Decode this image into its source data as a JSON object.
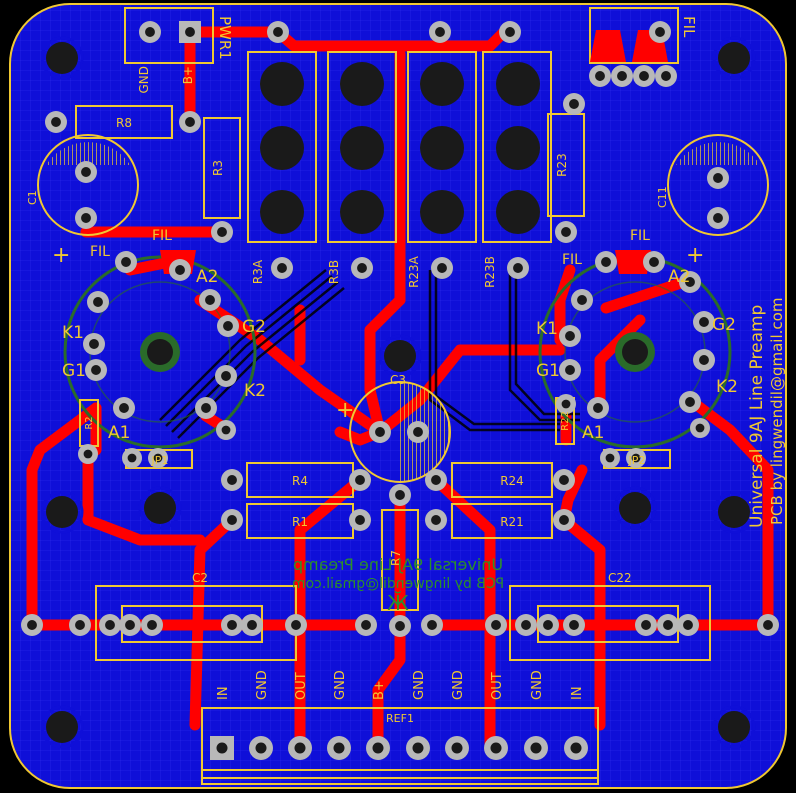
{
  "colors": {
    "board": "#0f0fd8",
    "trace": "#ff0000",
    "silk": "#f0c832",
    "ring": "#b8b8b8",
    "hole": "#1a1a1a",
    "tube": "#2a6b2a",
    "mirror": "#2b8f2b",
    "grid": "#4a4aff"
  },
  "power": {
    "name": "PWR1",
    "gnd": "GND",
    "bplus": "B+"
  },
  "filament_header": "FIL",
  "resistors": {
    "r8": "R8",
    "r3": "R3",
    "r23": "R23",
    "r4": "R4",
    "r1": "R1",
    "r24": "R24",
    "r21": "R21",
    "r7": "R7",
    "r2": "R2",
    "r22": "R22"
  },
  "capacitors": {
    "c1": "C1",
    "c11": "C11",
    "c3": "C3",
    "c2": "C2",
    "c22": "C22"
  },
  "pots": {
    "r3a": "R3A",
    "r3b": "R3B",
    "r23a": "R23A",
    "r23b": "R23B"
  },
  "tube_left": {
    "fil": "FIL",
    "a2": "A2",
    "k1": "K1",
    "g2": "G2",
    "g1": "G1",
    "k2": "K2",
    "a1": "A1"
  },
  "tube_right": {
    "fil": "FIL",
    "a2": "A2",
    "k1": "K1",
    "g2": "G2",
    "g1": "G1",
    "k2": "K2",
    "a1": "A1"
  },
  "polarity": {
    "plus": "+"
  },
  "jumpers": {
    "jp1": "JP1",
    "jp2": "JP2"
  },
  "edge": {
    "title": "Universal 9AJ Line Preamp",
    "credit": "PCB by lingwendil@gmail.com"
  },
  "bottom_mirrored": {
    "title": "Universal 9AJ Line Preamp",
    "credit": "PCB by lingwendil@gmail.com",
    "logo": "Ӂ"
  },
  "connector": {
    "name": "REF1",
    "pins": [
      "IN",
      "GND",
      "OUT",
      "GND",
      "B+",
      "GND",
      "GND",
      "OUT",
      "GND",
      "IN"
    ]
  }
}
